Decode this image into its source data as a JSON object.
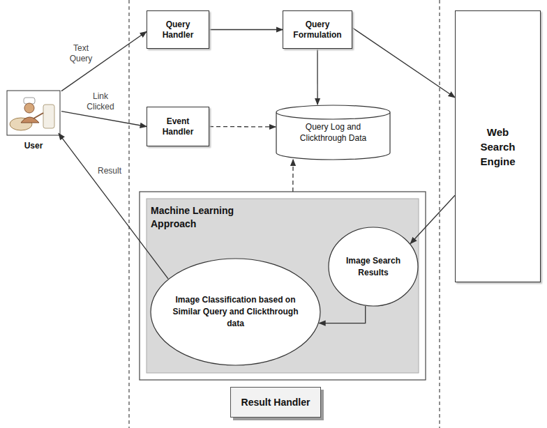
{
  "diagram": {
    "nodes": [
      {
        "text": [
          "User"
        ]
      },
      {
        "text": [
          "Query Handler"
        ]
      },
      {
        "text": [
          "Query Formulation"
        ]
      },
      {
        "text": [
          "Event Handler"
        ]
      },
      {
        "text": [
          "Query Log and Clickthrough Data"
        ]
      },
      {
        "text": [
          "Web Search Engine"
        ]
      },
      {
        "text": [
          "Machine Learning Approach"
        ]
      },
      {
        "text": [
          "Image Search Results"
        ],
        "in": 6
      },
      {
        "text": [
          "Image Classification based on Similar Query and Clickthrough data"
        ],
        "in": 6
      },
      {
        "text": [
          "Result Handler"
        ]
      }
    ],
    "edges": [
      {
        "from": 0,
        "to": 1,
        "label": "Text Query",
        "arrow": "to"
      },
      {
        "from": 0,
        "to": 3,
        "label": "Link Clicked",
        "arrow": "to"
      },
      {
        "from": 1,
        "to": 2,
        "arrow": "to"
      },
      {
        "from": 2,
        "to": 4,
        "arrow": "to"
      },
      {
        "from": 2,
        "to": 5,
        "arrow": "to"
      },
      {
        "from": 3,
        "to": 4,
        "arrow": "to"
      },
      {
        "from": 5,
        "to": 7,
        "arrow": "to"
      },
      {
        "from": 7,
        "to": 8,
        "arrow": "to"
      },
      {
        "from": 8,
        "to": 0,
        "label": "Result",
        "arrow": "to"
      },
      {
        "from": 6,
        "to": 4,
        "arrow": "to"
      }
    ]
  }
}
